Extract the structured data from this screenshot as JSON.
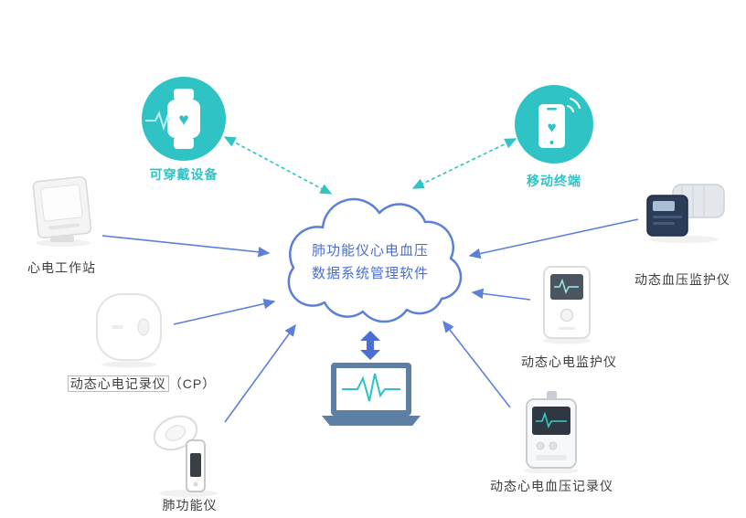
{
  "colors": {
    "teal": "#2fc3c5",
    "blue": "#5b80d9",
    "cloud_text": "#4a6fd0",
    "label_text": "#3f3f3f"
  },
  "cloud": {
    "line1": "肺功能仪心电血压",
    "line2": "数据系统管理软件"
  },
  "icons": {
    "heart": "♥"
  },
  "nodes": {
    "wearable": {
      "label": "可穿戴设备"
    },
    "mobile": {
      "label": "移动终端"
    },
    "workstation": {
      "label": "心电工作站"
    },
    "recorder": {
      "label": "动态心电记录仪",
      "label_suffix": "（CP）"
    },
    "spirometer": {
      "label": "肺功能仪"
    },
    "bp_monitor": {
      "label": "动态血压监护仪"
    },
    "ecg_monitor": {
      "label": "动态心电监护仪"
    },
    "ecg_bp_recorder": {
      "label": "动态心电血压记录仪"
    }
  }
}
